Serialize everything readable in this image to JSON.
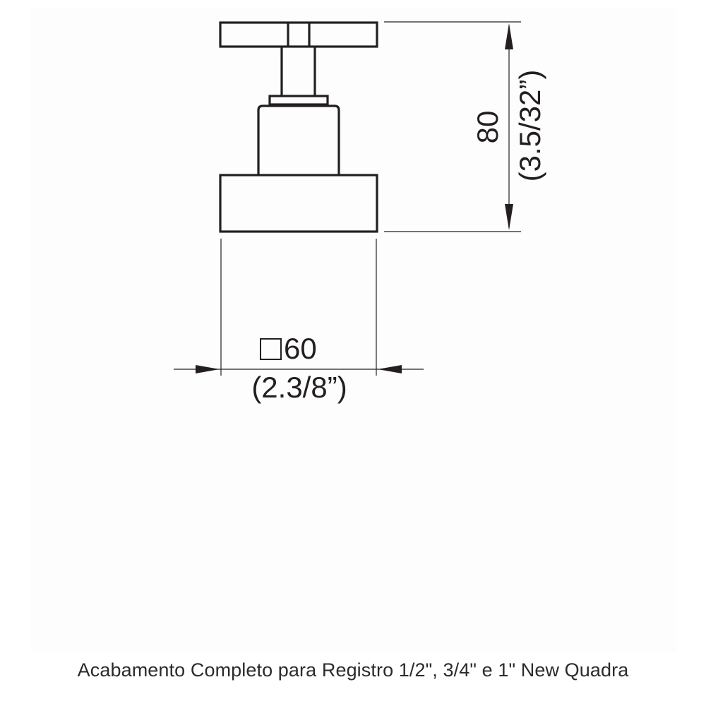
{
  "colors": {
    "background": "#ffffff",
    "panel": "#fdfdfd",
    "line": "#231f20",
    "text": "#231f20",
    "caption": "#2b2b2b"
  },
  "dimensions": {
    "height": {
      "value": "80",
      "imperial": "(3.5/32”)"
    },
    "width": {
      "value": "60",
      "symbol": "square",
      "imperial": "(2.3/8”)"
    }
  },
  "caption": "Acabamento Completo para Registro 1/2\", 3/4\" e 1\" New Quadra"
}
